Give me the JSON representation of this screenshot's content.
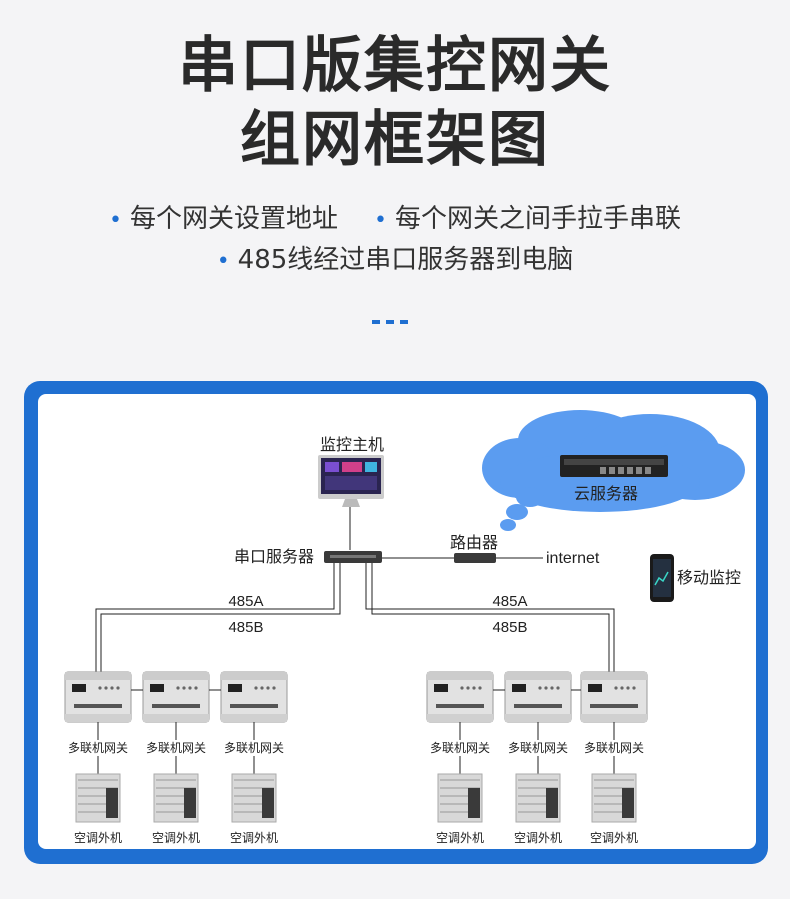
{
  "title": {
    "line1": "串口版集控网关",
    "line2": "组网框架图"
  },
  "bullets": [
    "每个网关设置地址",
    "每个网关之间手拉手串联",
    "485线经过串口服务器到电脑"
  ],
  "colors": {
    "accent": "#1f6fd1",
    "cloud": "#5b9cf0"
  },
  "diagram": {
    "monitor_host": "监控主机",
    "serial_server": "串口服务器",
    "router": "路由器",
    "internet": "internet",
    "cloud_server": "云服务器",
    "mobile_monitor": "移动监控",
    "bus_a": "485A",
    "bus_b": "485B",
    "gateway": "多联机网关",
    "outdoor_unit": "空调外机"
  }
}
